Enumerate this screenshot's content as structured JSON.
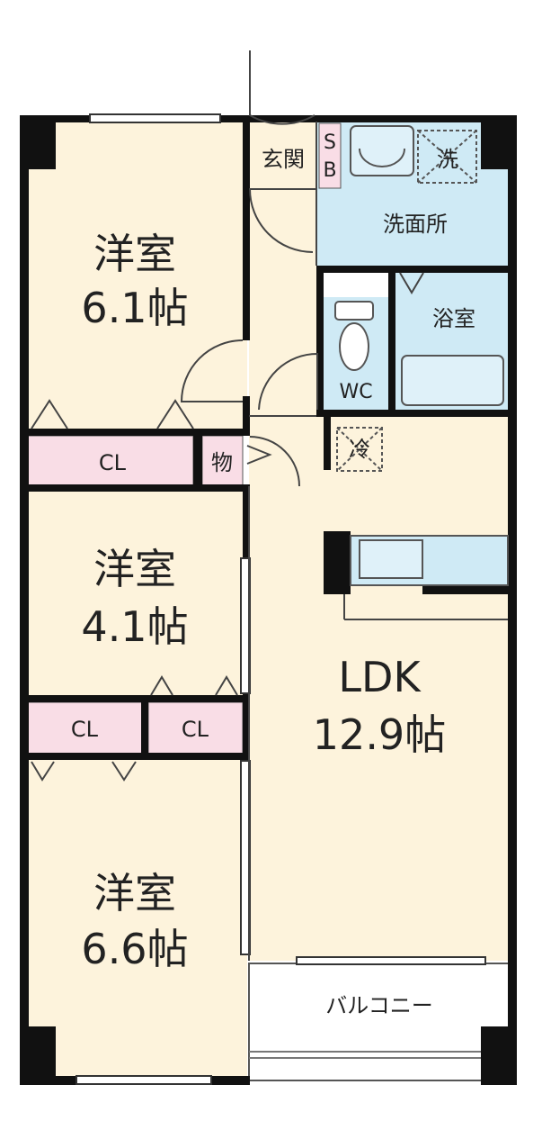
{
  "colors": {
    "room": "#fdf3dc",
    "wet": "#cfeaf5",
    "closet": "#f9dde6",
    "wall": "#111111",
    "thin": "#555555",
    "balcony": "#ffffff"
  },
  "rooms": {
    "western1": {
      "name": "洋室",
      "size": "6.1帖"
    },
    "western2": {
      "name": "洋室",
      "size": "4.1帖"
    },
    "western3": {
      "name": "洋室",
      "size": "6.6帖"
    },
    "ldk": {
      "name": "LDK",
      "size": "12.9帖"
    },
    "entrance": {
      "label": "玄関"
    },
    "shoebox": {
      "top": "S",
      "bottom": "B"
    },
    "washroom": {
      "label": "洗面所"
    },
    "washer": {
      "label": "洗"
    },
    "bath": {
      "label": "浴室"
    },
    "toilet": {
      "label": "WC"
    },
    "fridge": {
      "label": "冷"
    },
    "storage": {
      "label": "物"
    },
    "closet1": {
      "label": "CL"
    },
    "closet2": {
      "label": "CL"
    },
    "closet3": {
      "label": "CL"
    },
    "balcony": {
      "label": "バルコニー"
    }
  }
}
